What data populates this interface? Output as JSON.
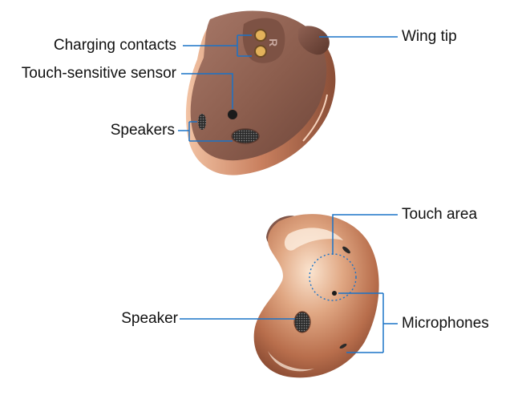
{
  "labels": {
    "charging_contacts": "Charging contacts",
    "touch_sensor": "Touch-sensitive sensor",
    "speakers": "Speakers",
    "wing_tip": "Wing tip",
    "touch_area": "Touch area",
    "speaker": "Speaker",
    "microphones": "Microphones"
  },
  "contact_letter": "R",
  "colors": {
    "leader": "#1a73c7",
    "bronze_dark": "#8a5a48",
    "bronze_light": "#e8b79a",
    "rose_gold": "#c98a6a",
    "mesh": "#3a3a3a"
  }
}
